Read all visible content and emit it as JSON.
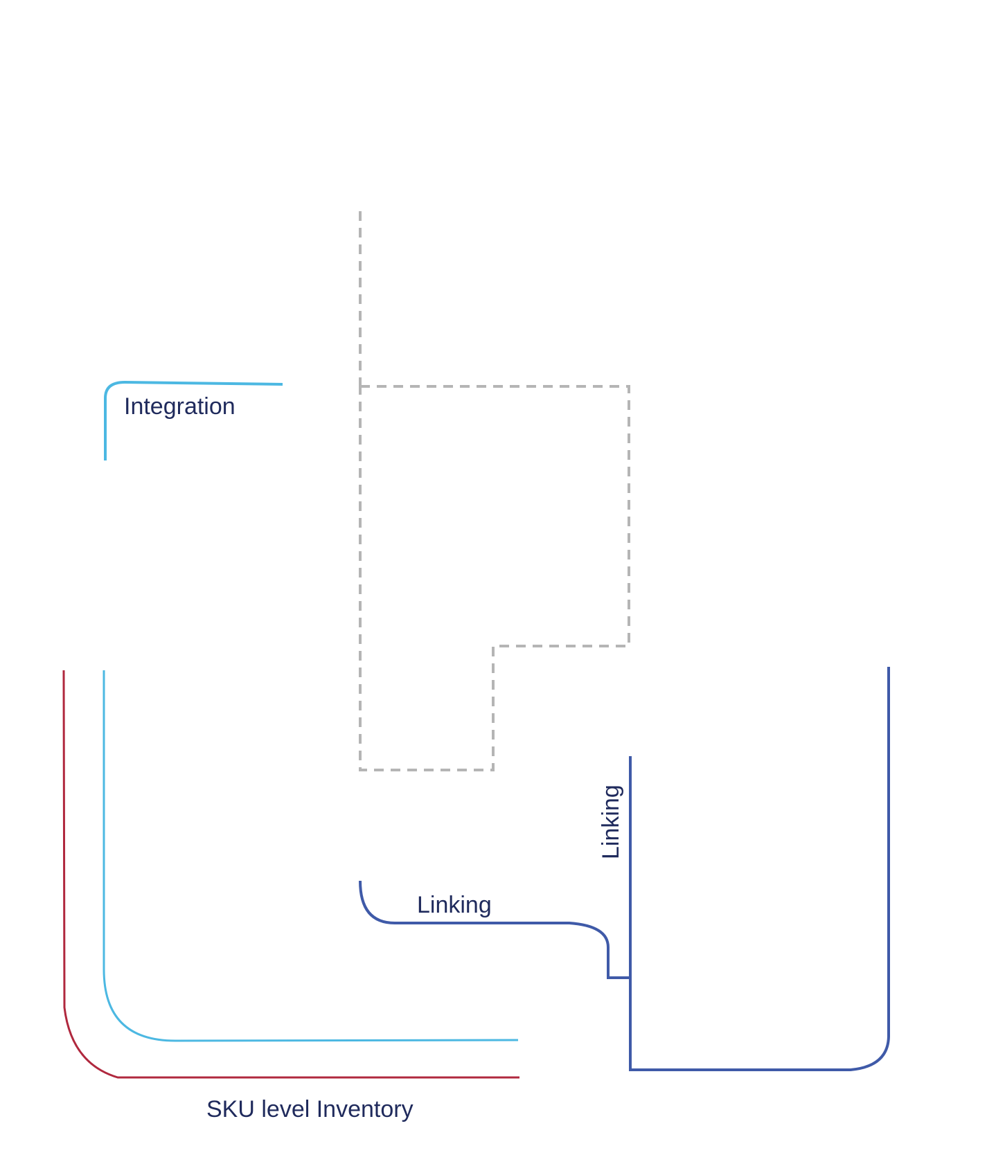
{
  "labels": {
    "integration": "Integration",
    "linking_horizontal": "Linking",
    "linking_vertical": "Linking",
    "sku_inventory": "SKU level Inventory"
  },
  "colors": {
    "integration_line": "#4cb8e2",
    "sku_line": "#b0283e",
    "linking_line": "#3f5aa8",
    "dashed_line": "#b5b5b5",
    "label_text": "#1f2a5c"
  }
}
